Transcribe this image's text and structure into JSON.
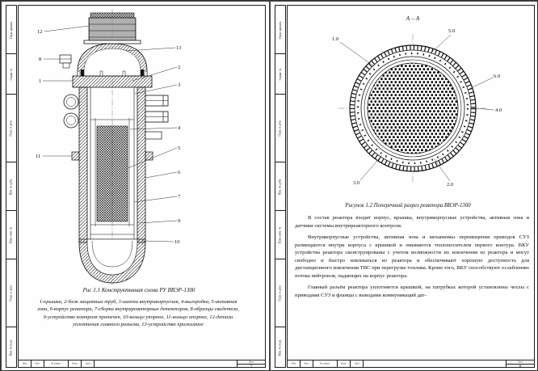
{
  "stamp": {
    "side_labels": [
      "Перв. примен.",
      "Справ. №",
      "Подп. и дата",
      "Инв. № дубл.",
      "Взам. инв. №",
      "Подп. и дата",
      "Инв. № подл."
    ],
    "bottom": {
      "izm": "Изм.",
      "list": "Лист",
      "doc": "№ докум.",
      "podp": "Подп.",
      "data": "Дата"
    },
    "sheet_label": "Лист"
  },
  "left_page": {
    "sheet_number": "7",
    "caption": "Рис 1.1 Конструктивная схема РУ ВВЭР-1300",
    "legend": "1-крышка, 2-блок защитных труб, 3-шахта внутрикорпусная, 4-выгородка, 5-активная зона, 6-корпус реактора, 7-сборка внутриреакторных детекторов, 8-образцы свидетели, 9-устройство контроля протечек, 10-кольцо упорное, 11-кольцо опорное, 12-детали уплотнения главного разъема, 13-устройство прижимное",
    "callouts": [
      "12",
      "8",
      "1",
      "11",
      "13",
      "2",
      "3",
      "4",
      "5",
      "6",
      "7",
      "9",
      "10"
    ]
  },
  "right_page": {
    "sheet_number": "8",
    "section_label": "А – А",
    "caption": "Рисунок 1.2 Поперечный разрез реактора ВВЭР-1300",
    "callouts": [
      "1.0",
      "5.0",
      "6.0",
      "4.0",
      "3.0",
      "2.0"
    ],
    "paragraphs": [
      "В состав реактора входят корпус, крышка, внутрикорпусные устройства, активная зона и датчики системы внутриреакторного контроля.",
      "Внутрикорпусные устройства, активная зона и механизмы перемещения приводов СУЗ размещаются внутри корпуса с крышкой и омываются теплоносителем первого контура. ВКУ устройства реактора сконструированы с учетом возможности их извлечения из реактора и могут свободно и быстро извлекаться из реактора и обеспечивают хорошую доступность для дистанционного извлечения ТВС при перегрузке топлива. Кроме того, ВКУ способствуют ослаблению потока нейтронов, падающих на корпус реактора.",
      "Главный разъём реактора уплотняется крышкой, на патрубках которой установлены чехлы с приводами СУЗ и фланцы с выводами коммуникаций дат-"
    ]
  }
}
